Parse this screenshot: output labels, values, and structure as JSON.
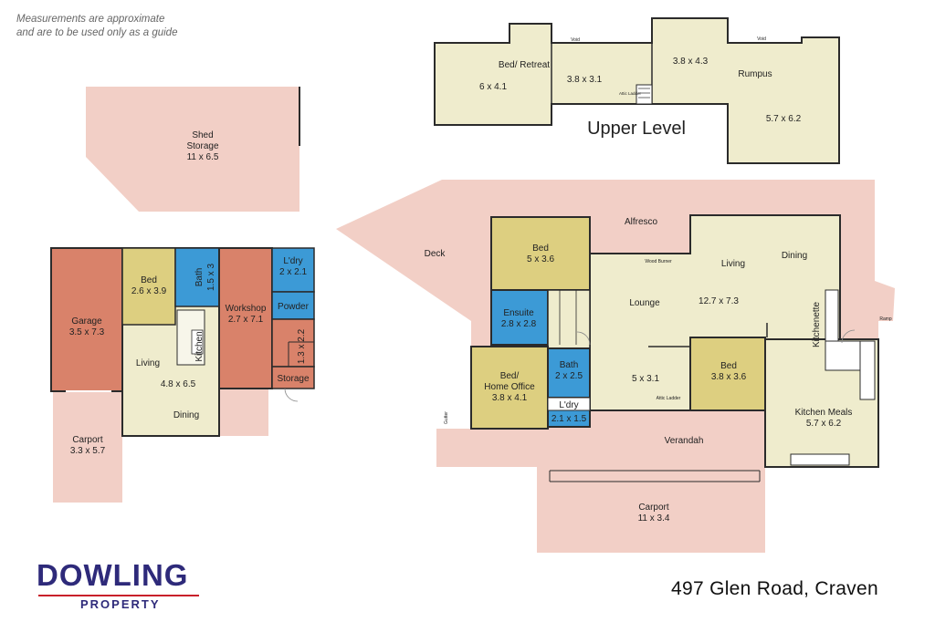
{
  "disclaimer": {
    "line1": "Measurements are approximate",
    "line2": "and are to be used only as a guide"
  },
  "address": "497 Glen Road, Craven",
  "logo": {
    "main": "DOWLING",
    "sub": "PROPERTY"
  },
  "colors": {
    "outdoor": "#f2cfc6",
    "living": "#efeccd",
    "bedroom": "#ddcf80",
    "wet": "#3c9ad6",
    "garage": "#d9826a",
    "wall": "#2b2b2b",
    "brand": "#2e2a7a",
    "brand_accent": "#c8202a"
  },
  "upper_level": {
    "title": "Upper Level",
    "bed_retreat": {
      "name": "Bed/ Retreat",
      "size1": "6 x 4.1",
      "size2": "3.8 x 3.1"
    },
    "rumpus": {
      "name": "Rumpus",
      "size1": "3.8 x 4.3",
      "size2": "5.7 x 6.2"
    },
    "void_left": "Void",
    "void_right": "Void",
    "attic_ladder": "Attic Ladder"
  },
  "shed": {
    "name": "Shed",
    "name2": "Storage",
    "size": "11 x 6.5"
  },
  "granny_flat": {
    "garage": {
      "name": "Garage",
      "size": "3.5 x 7.3"
    },
    "bed": {
      "name": "Bed",
      "size": "2.6 x 3.9"
    },
    "bath": {
      "name": "Bath",
      "size": "1.5 x 3"
    },
    "workshop": {
      "name": "Workshop",
      "size": "2.7 x 7.1"
    },
    "laundry": {
      "name": "L'dry",
      "size": "2 x 2.1"
    },
    "powder": {
      "name": "Powder"
    },
    "room_small": {
      "size": "1.3 x 2.2"
    },
    "storage": {
      "name": "Storage"
    },
    "kitchen": {
      "name": "Kitchen"
    },
    "living": {
      "name": "Living",
      "size": "4.8 x 6.5"
    },
    "dining": {
      "name": "Dining"
    },
    "carport": {
      "name": "Carport",
      "size": "3.3 x 5.7"
    }
  },
  "main_house": {
    "deck": "Deck",
    "alfresco": "Alfresco",
    "bed1": {
      "name": "Bed",
      "size": "5 x 3.6"
    },
    "ensuite": {
      "name": "Ensuite",
      "size": "2.8 x 2.8"
    },
    "wood_burner": "Wood Burner",
    "living": {
      "name": "Living",
      "size": "12.7 x 7.3"
    },
    "dining": "Dining",
    "lounge": {
      "name": "Lounge",
      "size": "5 x 3.1"
    },
    "kitchenette": "Kitchenette",
    "ramp": "Ramp",
    "bed_office": {
      "name1": "Bed/",
      "name2": "Home Office",
      "size": "3.8 x 4.1"
    },
    "bath": {
      "name": "Bath",
      "size": "2 x 2.5"
    },
    "laundry": {
      "name": "L'dry",
      "size": "2.1 x 1.5"
    },
    "attic_ladder": "Attic Ladder",
    "bed2": {
      "name": "Bed",
      "size": "3.8 x 3.6"
    },
    "kitchen_meals": {
      "name": "Kitchen Meals",
      "size": "5.7 x 6.2"
    },
    "verandah": "Verandah",
    "carport": {
      "name": "Carport",
      "size": "11 x 3.4"
    },
    "gutter": "Gutter"
  }
}
